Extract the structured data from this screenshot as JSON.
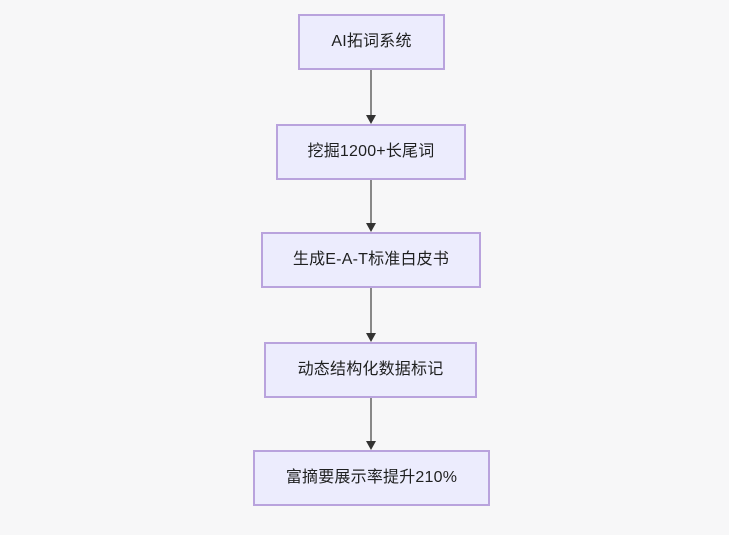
{
  "diagram": {
    "type": "flowchart",
    "direction": "top-to-bottom",
    "background_color": "#f7f7f8",
    "node_fill_color": "#ececfd",
    "node_border_color": "#b9a3dd",
    "node_text_color": "#1f2020",
    "connector_line_color": "#888888",
    "connector_arrow_color": "#333333",
    "nodes": [
      {
        "id": "n1",
        "label": "AI拓词系统"
      },
      {
        "id": "n2",
        "label": "挖掘1200+长尾词"
      },
      {
        "id": "n3",
        "label": "生成E-A-T标准白皮书"
      },
      {
        "id": "n4",
        "label": "动态结构化数据标记"
      },
      {
        "id": "n5",
        "label": "富摘要展示率提升210%"
      }
    ],
    "edges": [
      {
        "from": "n1",
        "to": "n2",
        "label": ""
      },
      {
        "from": "n2",
        "to": "n3",
        "label": ""
      },
      {
        "from": "n3",
        "to": "n4",
        "label": ""
      },
      {
        "from": "n4",
        "to": "n5",
        "label": ""
      }
    ]
  }
}
